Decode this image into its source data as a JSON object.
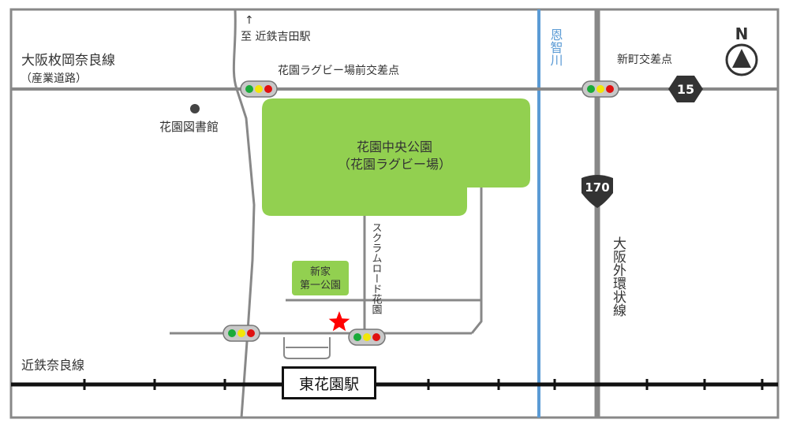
{
  "labels": {
    "road_north_line1": "大阪枚岡奈良線",
    "road_north_line2": "（産業道路）",
    "to_station_arrow": "↑",
    "to_station": "至 近鉄吉田駅",
    "intersection_rugby": "花園ラグビー場前交差点",
    "intersection_shinmachi": "新町交差点",
    "library": "花園図書館",
    "park_line1": "花園中央公園",
    "park_line2": "（花園ラグビー場）",
    "small_park_line1": "新家",
    "small_park_line2": "第一公園",
    "scrum_road": "スクラムロード花園",
    "river": "恩智川",
    "ring_road": "大阪外環状線",
    "railway": "近鉄奈良線",
    "station": "東花園駅",
    "route_15": "15",
    "route_170": "170",
    "north": "N"
  },
  "colors": {
    "road": "#888888",
    "park": "#92d050",
    "river": "#5b9bd5",
    "marker_star": "#ff0000",
    "rail": "#111111",
    "route_shield": "#333333"
  }
}
